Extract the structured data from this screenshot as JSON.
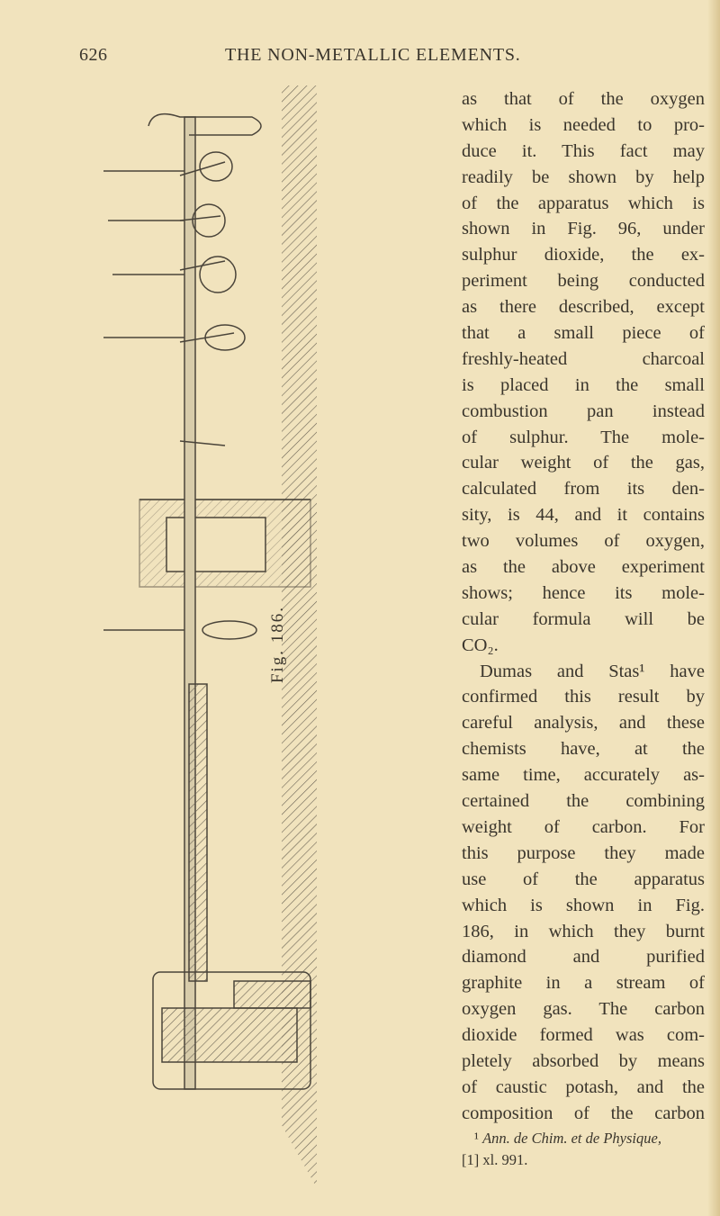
{
  "header": {
    "page_number": "626",
    "running_title": "THE NON-METALLIC ELEMENTS."
  },
  "figure": {
    "label": "Fig. 186."
  },
  "body_lines": [
    "as that of the oxygen",
    "which is needed to pro-",
    "duce it. This fact may",
    "readily be shown by help",
    "of the apparatus which is",
    "shown in Fig. 96, under",
    "sulphur dioxide, the ex-",
    "periment being conducted",
    "as there described, except",
    "that a small piece of",
    "freshly-heated charcoal",
    "is placed in the small",
    "combustion pan instead",
    "of sulphur. The mole-",
    "cular weight of the gas,",
    "calculated from its den-",
    "sity, is 44, and it contains",
    "two volumes of oxygen,",
    "as the above experiment",
    "shows; hence its mole-",
    "cular formula will be",
    "CO₂.",
    "Dumas and Stas¹ have",
    "confirmed this result by",
    "careful analysis, and these",
    "chemists have, at the",
    "same time, accurately as-",
    "certained the combining",
    "weight of carbon. For",
    "this purpose they made",
    "use of the apparatus",
    "which is shown in Fig.",
    "186, in which they burnt",
    "diamond and purified",
    "graphite in a stream of",
    "oxygen gas. The carbon",
    "dioxide formed was com-",
    "pletely absorbed by means",
    "of caustic potash, and the",
    "composition of the carbon"
  ],
  "footnote": {
    "marker": "¹",
    "citation": "Ann. de Chim. et de Physique,",
    "ref": "[1] xl. 991."
  }
}
